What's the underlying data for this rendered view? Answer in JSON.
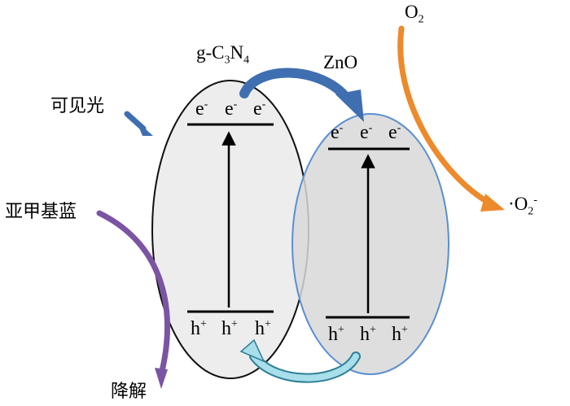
{
  "materials": {
    "left": {
      "prefix": "g-C",
      "sub1": "3",
      "mid": "N",
      "sub2": "4"
    },
    "right": {
      "name": "ZnO"
    }
  },
  "left_cb": {
    "electrons": [
      {
        "base": "e",
        "charge": "-"
      },
      {
        "base": "e",
        "charge": "-"
      },
      {
        "base": "e",
        "charge": "-"
      }
    ]
  },
  "left_vb": {
    "holes": [
      {
        "base": "h",
        "charge": "+"
      },
      {
        "base": "h",
        "charge": "+"
      },
      {
        "base": "h",
        "charge": "+"
      }
    ]
  },
  "right_cb": {
    "electrons": [
      {
        "base": "e",
        "charge": "-"
      },
      {
        "base": "e",
        "charge": "-"
      },
      {
        "base": "e",
        "charge": "-"
      }
    ]
  },
  "right_vb": {
    "holes": [
      {
        "base": "h",
        "charge": "+"
      },
      {
        "base": "h",
        "charge": "+"
      },
      {
        "base": "h",
        "charge": "+"
      }
    ]
  },
  "labels": {
    "visible_light": "可见光",
    "methylene_blue": "亚甲基蓝",
    "degradation": "降解"
  },
  "oxygen": {
    "symbol": "O",
    "sub": "2"
  },
  "superoxide": {
    "dot": "·",
    "symbol": "O",
    "sub": "2",
    "sup": "-"
  },
  "colors": {
    "left_ellipse_fill": "#ededed",
    "left_ellipse_stroke": "#111111",
    "right_ellipse_fill": "#d8d8d8",
    "right_ellipse_stroke": "#5b8fd0",
    "electron_arrow": "#3f6fb1",
    "hole_arrow": "#9fd9e6",
    "light_arrow": "#3f6fb1",
    "oxygen_arrow": "#ec8a2c",
    "degradation_arrow": "#7b54a3"
  }
}
